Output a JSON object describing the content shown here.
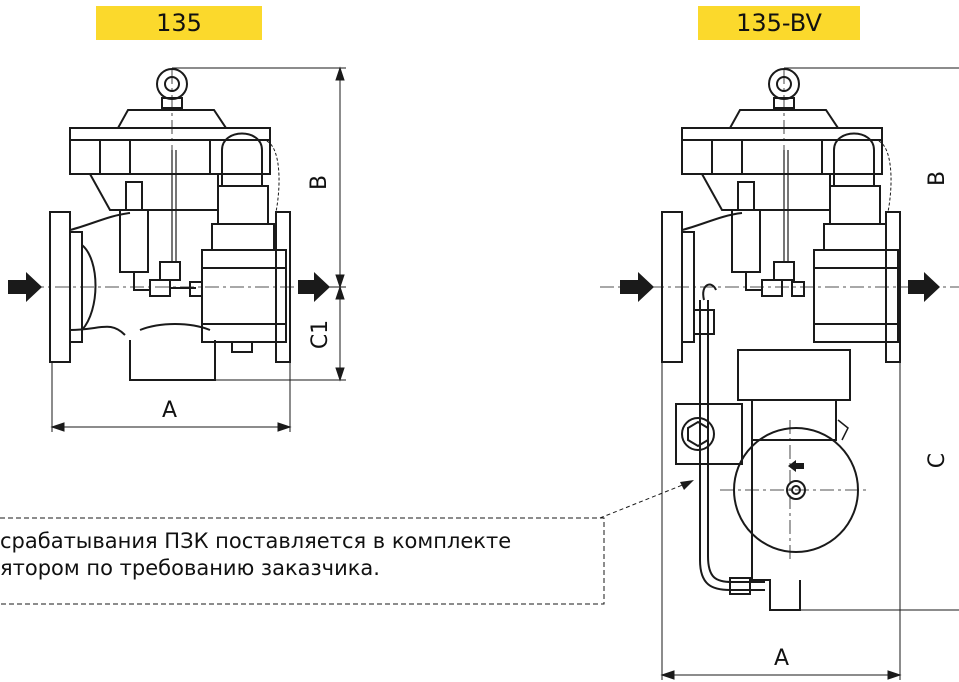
{
  "models": {
    "left": {
      "label": "135"
    },
    "right": {
      "label": "135-BV"
    }
  },
  "dimensions": {
    "left": {
      "a": "A",
      "b": "B",
      "c1": "C1"
    },
    "right": {
      "a": "A",
      "b": "B",
      "c": "C"
    }
  },
  "note": {
    "line1": "срабатывания ПЗК поставляется в комплекте",
    "line2": "ятором по требованию заказчика."
  },
  "colors": {
    "tag_background": "#fbd92c",
    "line": "#1a1a1a"
  }
}
